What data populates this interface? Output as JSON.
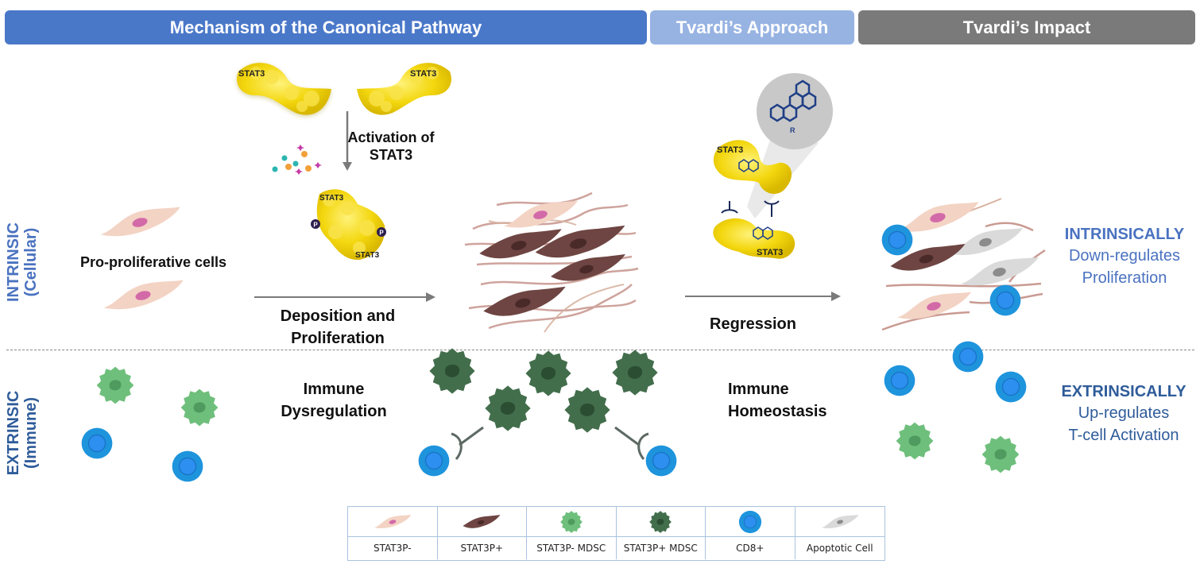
{
  "headers": {
    "mechanism": "Mechanism of the Canonical Pathway",
    "approach": "Tvardi’s Approach",
    "impact": "Tvardi’s Impact"
  },
  "side_labels": {
    "intrinsic_line1": "INTRINSIC",
    "intrinsic_line2": "(Cellular)",
    "extrinsic_line1": "EXTRINSIC",
    "extrinsic_line2": "(Immune)"
  },
  "mechanism": {
    "pro_proliferative": "Pro-proliferative cells",
    "activation_line1": "Activation of",
    "activation_line2": "STAT3",
    "deposition_line1": "Deposition and",
    "deposition_line2": "Proliferation",
    "immune_dys_line1": "Immune",
    "immune_dys_line2": "Dysregulation",
    "stat3_label": "STAT3",
    "phospho_label": "P"
  },
  "approach": {
    "regression": "Regression",
    "immune_homeo_line1": "Immune",
    "immune_homeo_line2": "Homeostasis",
    "stat3_label": "STAT3",
    "molecule_label": "R"
  },
  "impact": {
    "intrinsic_title": "INTRINSICALLY",
    "intrinsic_line1": "Down-regulates",
    "intrinsic_line2": "Proliferation",
    "extrinsic_title": "EXTRINSICALLY",
    "extrinsic_line1": "Up-regulates",
    "extrinsic_line2": "T-cell Activation"
  },
  "legend": [
    {
      "label": "STAT3P-",
      "icon": "stat3p-neg-cell"
    },
    {
      "label": "STAT3P+",
      "icon": "stat3p-pos-cell"
    },
    {
      "label": "STAT3P- MDSC",
      "icon": "stat3p-neg-mdsc"
    },
    {
      "label": "STAT3P+ MDSC",
      "icon": "stat3p-pos-mdsc"
    },
    {
      "label": "CD8+",
      "icon": "cd8-cell"
    },
    {
      "label": "Apoptotic Cell",
      "icon": "apoptotic-cell"
    }
  ],
  "colors": {
    "mechanism_header": "#4a78c9",
    "approach_header": "#97b3e2",
    "impact_header": "#7a7a7a",
    "intrinsic_text": "#4a72c0",
    "extrinsic_text": "#2f5c9a",
    "stat3_yellow": "#f2d40a",
    "cd8_blue": "#1f9be0",
    "mdsc_light_green": "#6fbf7c",
    "mdsc_dark_green": "#3f6b4a",
    "cell_pink": "#f3d3c4",
    "cell_brown": "#6e4542",
    "apoptotic_grey": "#d8d8d8"
  }
}
